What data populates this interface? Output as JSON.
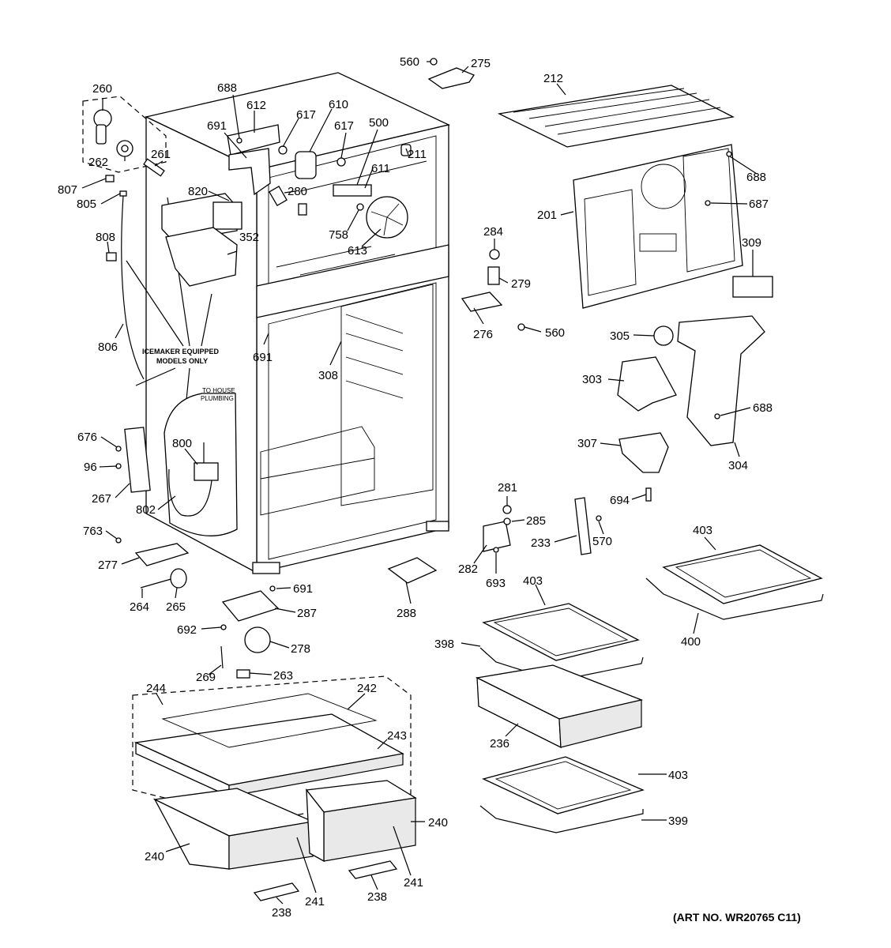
{
  "diagram": {
    "parts": {
      "p560a": "560",
      "p275": "275",
      "p212": "212",
      "p260": "260",
      "p688a": "688",
      "p612": "612",
      "p617a": "617",
      "p610": "610",
      "p617b": "617",
      "p500": "500",
      "p691a": "691",
      "p211": "211",
      "p262": "262",
      "p261": "261",
      "p611": "611",
      "p807": "807",
      "p820": "820",
      "p280": "280",
      "p688b": "688",
      "p805": "805",
      "p201": "201",
      "p687": "687",
      "p758": "758",
      "p284": "284",
      "p613": "613",
      "p352": "352",
      "p808": "808",
      "p309": "309",
      "p279": "279",
      "p276": "276",
      "p560b": "560",
      "p305": "305",
      "p806": "806",
      "p691b": "691",
      "p308": "308",
      "p303": "303",
      "p688c": "688",
      "p307": "307",
      "p676": "676",
      "p800": "800",
      "p304": "304",
      "p96": "96",
      "p267": "267",
      "p694": "694",
      "p802": "802",
      "p281": "281",
      "p285": "285",
      "p763": "763",
      "p403a": "403",
      "p570": "570",
      "p233": "233",
      "p277": "277",
      "p282": "282",
      "p693": "693",
      "p691c": "691",
      "p403b": "403",
      "p264": "264",
      "p265": "265",
      "p287": "287",
      "p288": "288",
      "p400": "400",
      "p692": "692",
      "p278": "278",
      "p398": "398",
      "p269": "269",
      "p263": "263",
      "p244": "244",
      "p242": "242",
      "p243": "243",
      "p236": "236",
      "p403c": "403",
      "p240a": "240",
      "p399": "399",
      "p240b": "240",
      "p241a": "241",
      "p241b": "241",
      "p238a": "238",
      "p238b": "238"
    },
    "notes": {
      "icemaker_line1": "ICEMAKER EQUIPPED",
      "icemaker_line2": "MODELS ONLY",
      "plumbing_line1": "TO HOUSE",
      "plumbing_line2": "PLUMBING"
    },
    "art_number": "(ART NO. WR20765 C11)"
  }
}
